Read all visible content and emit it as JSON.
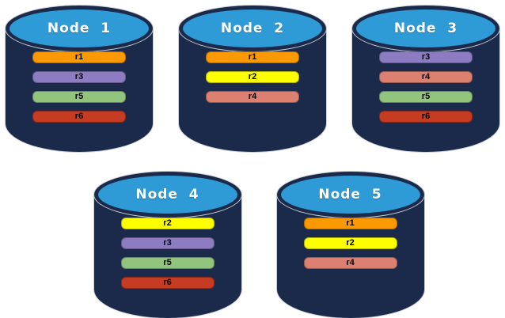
{
  "diagram": {
    "background": "#FFFFFF"
  },
  "cylinder_style": {
    "body_color": "#1B2A4A",
    "top_color": "#2F9BD6",
    "rim_color": "#1B2A4A",
    "outline_color": "#C9CFD6",
    "label_color": "#FFFFFF",
    "bar_label_color": "#000000"
  },
  "replica_colors": {
    "r1": "#FB9902",
    "r2": "#FDFF00",
    "r3": "#8E7CC3",
    "r4": "#DC8071",
    "r5": "#93C47D",
    "r6": "#C63B22"
  },
  "nodes": [
    {
      "id": "node-1",
      "label": "Node  1",
      "replicas": [
        "r1",
        "r3",
        "r5",
        "r6"
      ]
    },
    {
      "id": "node-2",
      "label": "Node  2",
      "replicas": [
        "r1",
        "r2",
        "r4"
      ]
    },
    {
      "id": "node-3",
      "label": "Node  3",
      "replicas": [
        "r3",
        "r4",
        "r5",
        "r6"
      ]
    },
    {
      "id": "node-4",
      "label": "Node  4",
      "replicas": [
        "r2",
        "r3",
        "r5",
        "r6"
      ]
    },
    {
      "id": "node-5",
      "label": "Node  5",
      "replicas": [
        "r1",
        "r2",
        "r4"
      ]
    }
  ],
  "rows": [
    [
      0,
      1,
      2
    ],
    [
      3,
      4
    ]
  ]
}
